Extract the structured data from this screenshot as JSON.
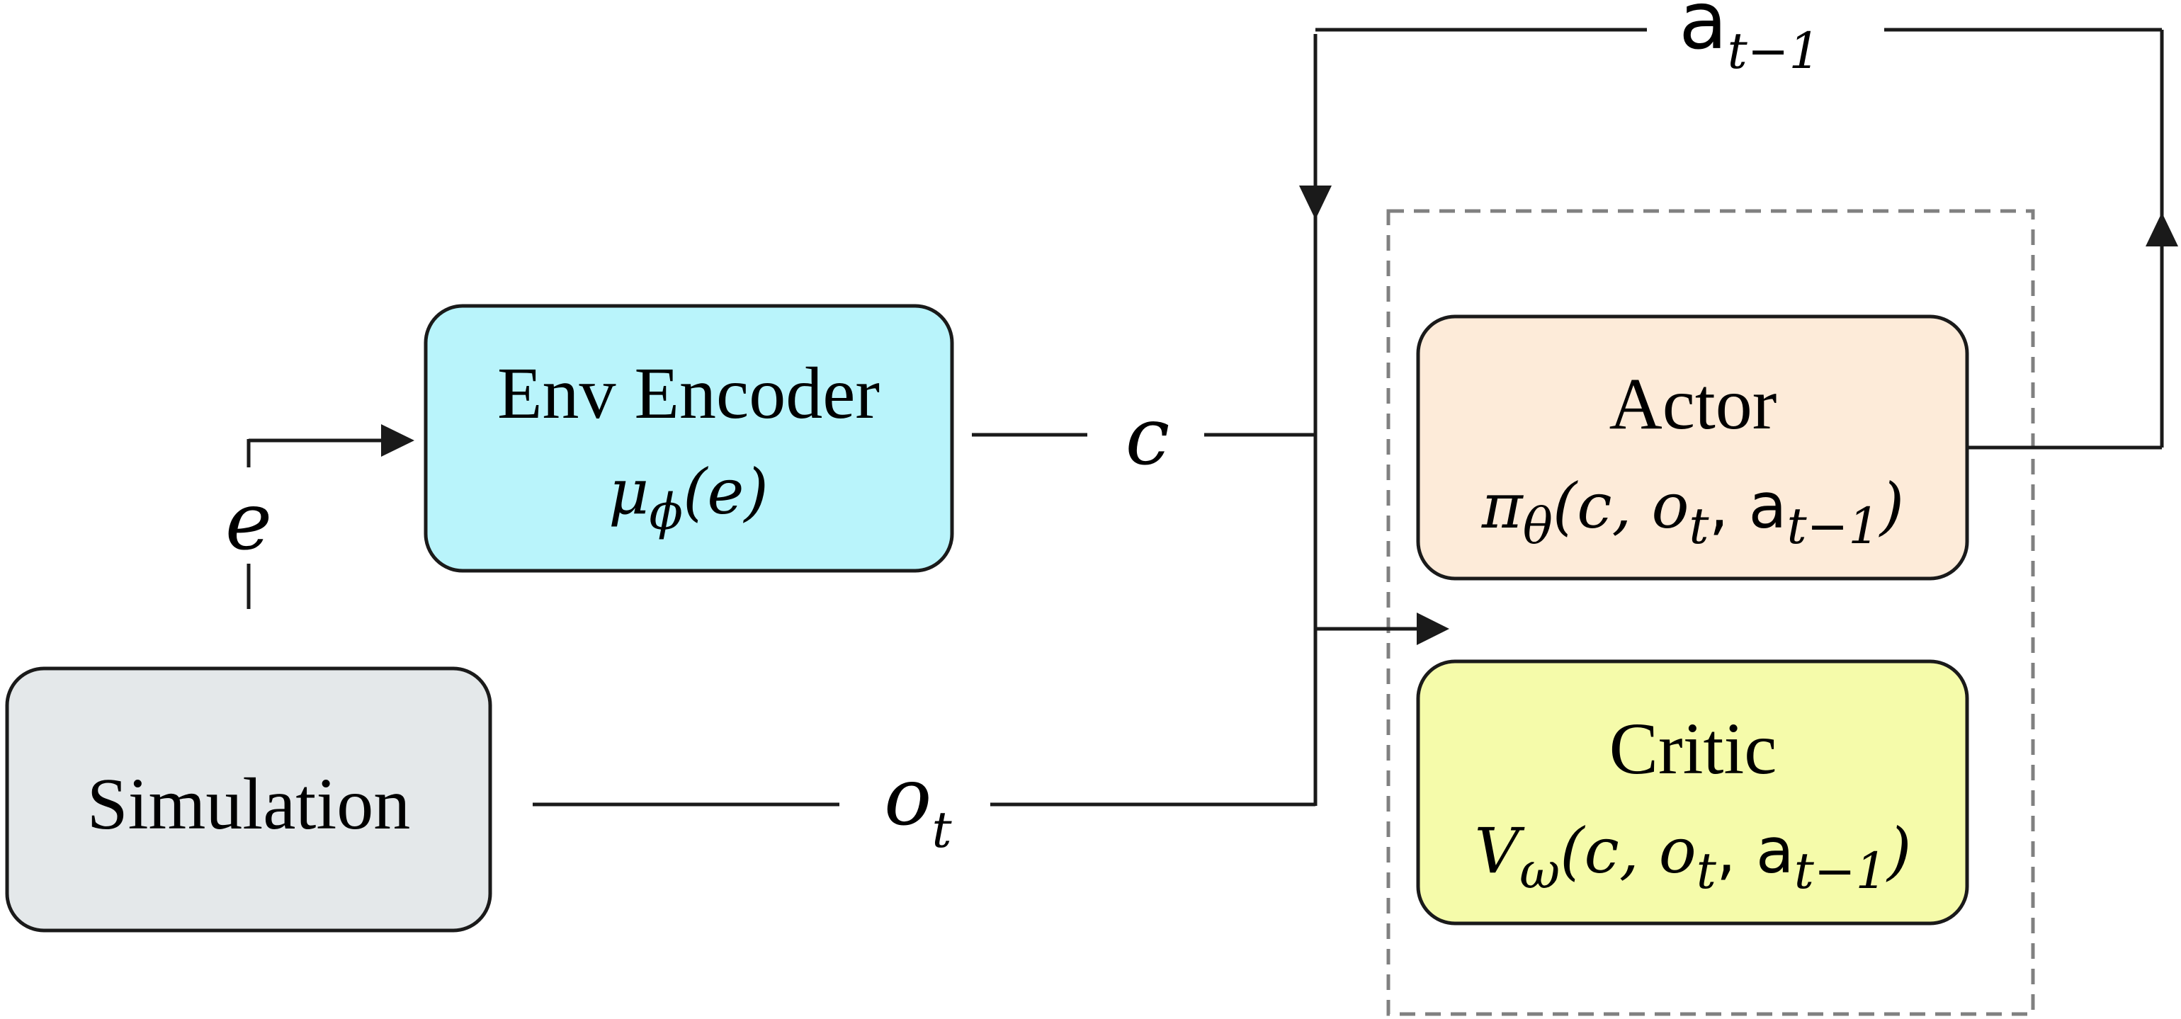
{
  "colors": {
    "encoder_fill": "#b9f4fb",
    "actor_fill": "#fdebd9",
    "critic_fill": "#f5fbaa",
    "simulation_fill": "#e4e8ea",
    "stroke": "#1a1a1a",
    "dashed_group": "#808080"
  },
  "nodes": {
    "env_encoder": {
      "title": "Env Encoder",
      "fn": "μ",
      "fn_sub": "ϕ",
      "args": "(e)"
    },
    "actor": {
      "title": "Actor",
      "fn": "π",
      "fn_sub": "θ",
      "args_pre": "(c, o",
      "args_o_sub": "t",
      "args_mid": ", a",
      "args_a_sub": "t−1",
      "args_post": ")"
    },
    "critic": {
      "title": "Critic",
      "fn": "V",
      "fn_sub": "ω",
      "args_pre": "(c, o",
      "args_o_sub": "t",
      "args_mid": ", a",
      "args_a_sub": "t−1",
      "args_post": ")"
    },
    "simulation": {
      "title": "Simulation"
    }
  },
  "edges": {
    "e_label": "e",
    "c_label": "c",
    "o_label": "o",
    "o_sub": "t",
    "a_label": "a",
    "a_sub": "t−1"
  }
}
